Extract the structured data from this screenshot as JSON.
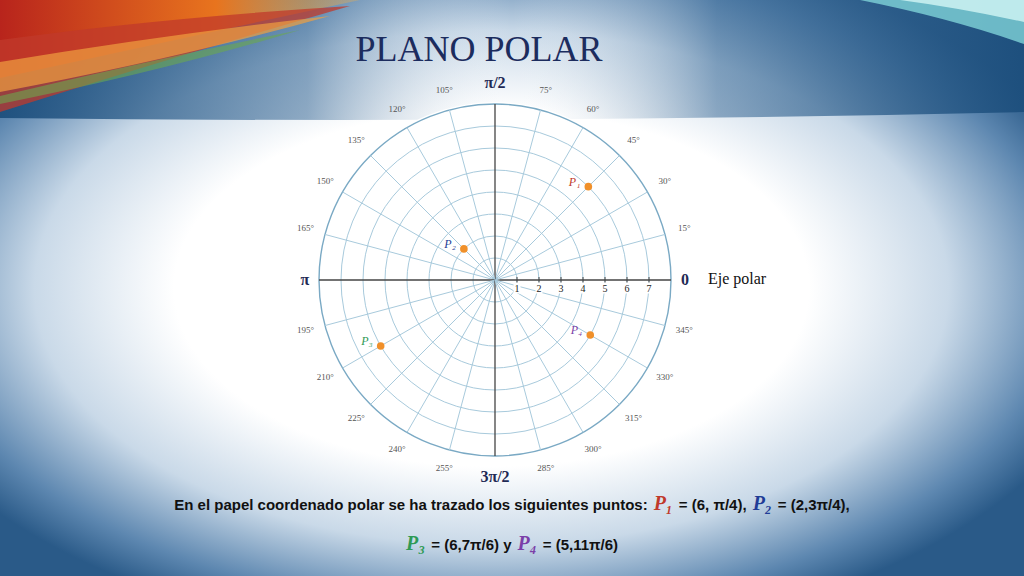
{
  "diagram": {
    "title": "PLANO POLAR",
    "labels": [
      "0",
      "15°",
      "30°",
      "45°",
      "60°",
      "75°",
      "π/2",
      "105°",
      "120°",
      "135°",
      "150°",
      "165°",
      "π",
      "195°",
      "210°",
      "225°",
      "240°",
      "255°",
      "3π/2",
      "285°",
      "300°",
      "315°",
      "330°",
      "345°",
      "Eje polar",
      "1",
      "2",
      "3",
      "4",
      "5",
      "6",
      "7",
      "P₁",
      "P₂",
      "P₃",
      "P₄",
      "En el papel coordenado polar se ha trazado los siguientes puntos:",
      "P₁",
      "= (6, π/4),",
      "P₂",
      "= (2,3π/4),",
      "P₃",
      "= (6,7π/6) y",
      "P₄",
      "= (5,11π/6)"
    ]
  }
}
